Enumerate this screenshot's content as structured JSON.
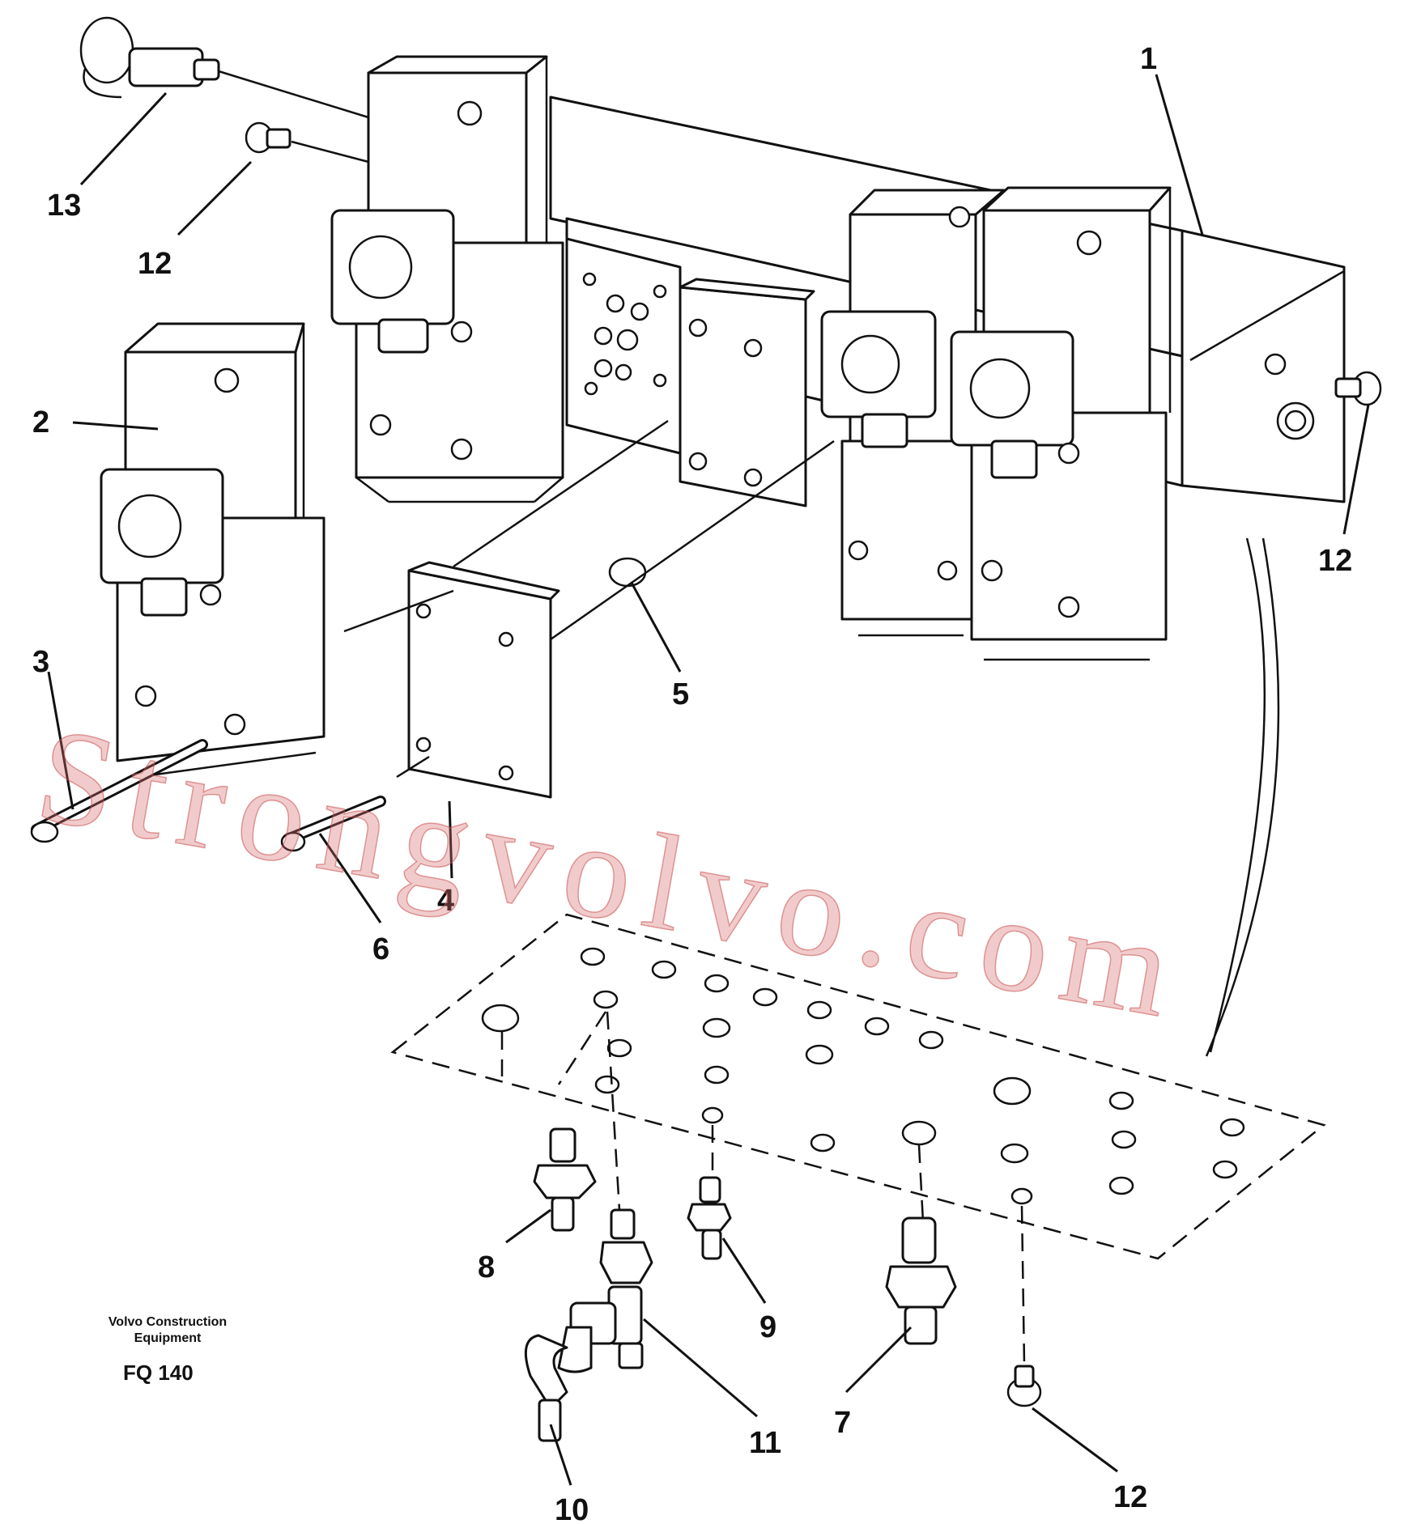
{
  "callouts": {
    "c1": "1",
    "c2": "2",
    "c3": "3",
    "c4": "4",
    "c5": "5",
    "c6": "6",
    "c7": "7",
    "c8": "8",
    "c9": "9",
    "c10": "10",
    "c11": "11",
    "c12a": "12",
    "c12b": "12",
    "c12c": "12",
    "c13": "13"
  },
  "footer": {
    "company_line1": "Volvo Construction",
    "company_line2": "Equipment",
    "figure_code": "FQ 140"
  },
  "watermark": "Strongvolvo.com"
}
